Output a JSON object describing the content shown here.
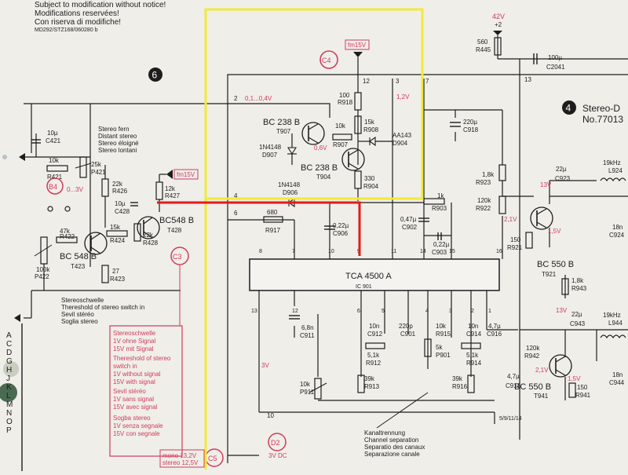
{
  "header": {
    "notice_en": "Subject to modification without notice!",
    "notice_fr": "Modifications reservées!",
    "notice_it": "Con riserva di modifiche!",
    "code": "MD292/STZ168/060280 b"
  },
  "section_6": "6",
  "section_4": {
    "num": "4",
    "title": "Stereo-D",
    "number": "No.77013"
  },
  "supply": {
    "top_v": "42V",
    "top_node": "+2",
    "r445_val": "560",
    "r445": "R445",
    "c2041_val": "100µ",
    "c2041": "C2041",
    "node13": "13"
  },
  "fm_label": "fm15V",
  "c4": "C4",
  "c3": "C3",
  "c5": "C5",
  "d2": "D2",
  "d2_voltage": "3V DC",
  "b4": "B4",
  "b4_range": "0...3V",
  "lines": {
    "main_v": "0,1...0,4V",
    "v12": "1,2V"
  },
  "pins": {
    "p2": "2",
    "p12": "12",
    "p3": "3",
    "p7": "7",
    "p4": "4",
    "p6": "6",
    "p10": "10",
    "p13": "13",
    "p5": "5/9/11/14"
  },
  "components": {
    "c421": {
      "val": "10µ",
      "ref": "C421"
    },
    "r421": {
      "val": "10k",
      "ref": "R421"
    },
    "p421": {
      "val": "25k",
      "ref": "P421"
    },
    "r426": {
      "val": "22k",
      "ref": "R426"
    },
    "c428": {
      "val": "10µ",
      "ref": "C428"
    },
    "r427": {
      "val": "12k",
      "ref": "R427"
    },
    "r424": {
      "val": "15k",
      "ref": "R424"
    },
    "r428": {
      "val": "22k",
      "ref": "R428"
    },
    "t428": {
      "val": "BC548 B",
      "ref": "T428"
    },
    "r422": {
      "val": "47k",
      "ref": "R422"
    },
    "t423": {
      "val": "BC 548 B",
      "ref": "T423"
    },
    "r423": {
      "val": "27",
      "ref": "R423"
    },
    "p422": {
      "val": "100k",
      "ref": "P422"
    },
    "t907": {
      "val": "BC 238 B",
      "ref": "T907"
    },
    "t904": {
      "val": "BC 238 B",
      "ref": "T904"
    },
    "d907": {
      "val": "1N4148",
      "ref": "D907"
    },
    "r918": {
      "val": "100",
      "ref": "R918"
    },
    "r907": {
      "val": "10k",
      "ref": "R907"
    },
    "r908": {
      "val": "15k",
      "ref": "R908"
    },
    "r904": {
      "val": "330",
      "ref": "R904"
    },
    "d904": {
      "val": "AA143",
      "ref": "D904"
    },
    "v06": "0,6V",
    "d906": {
      "val": "1N4148",
      "ref": "D906"
    },
    "c918": {
      "val": "220µ",
      "ref": "C918"
    },
    "r917": {
      "val": "680",
      "ref": "R917"
    },
    "c906": {
      "val": "0,22µ",
      "ref": "C906"
    },
    "r903": {
      "val": "1k",
      "ref": "R903"
    },
    "c902": {
      "val": "0,47µ",
      "ref": "C902"
    },
    "c903": {
      "val": "0,22µ",
      "ref": "C903"
    },
    "r923": {
      "val": "1,8k",
      "ref": "R923"
    },
    "r922": {
      "val": "120k",
      "ref": "R922"
    },
    "r921": {
      "val": "150",
      "ref": "R921"
    },
    "t921": {
      "val": "BC 550 B",
      "ref": "T921"
    },
    "r943": {
      "val": "1,8k",
      "ref": "R943"
    },
    "c923": {
      "val": "22µ",
      "ref": "C923"
    },
    "l924": {
      "val": "19kHz",
      "ref": "L924"
    },
    "c924": {
      "val": "18n",
      "ref": "C924"
    },
    "c943": {
      "val": "22µ",
      "ref": "C943"
    },
    "l944": {
      "val": "19kHz",
      "ref": "L944"
    },
    "c944": {
      "val": "18n",
      "ref": "C944"
    },
    "c911": {
      "val": "6,8n",
      "ref": "C911"
    },
    "c912": {
      "val": "10n",
      "ref": "C912"
    },
    "c901": {
      "val": "220p",
      "ref": "C901"
    },
    "r915": {
      "val": "10k",
      "ref": "R915"
    },
    "c914": {
      "val": "10n",
      "ref": "C914"
    },
    "c916": {
      "val": "4,7µ",
      "ref": "C916"
    },
    "r912": {
      "val": "5,1k",
      "ref": "R912"
    },
    "p901": {
      "val": "5k",
      "ref": "P901"
    },
    "r914": {
      "val": "5,1k",
      "ref": "R914"
    },
    "r942": {
      "val": "120k",
      "ref": "R942"
    },
    "c913": {
      "val": "4,7µ",
      "ref": "C913"
    },
    "t941": {
      "val": "BC 550 B",
      "ref": "T941"
    },
    "r941": {
      "val": "150",
      "ref": "R941"
    },
    "p911": {
      "val": "10k",
      "ref": "P911"
    },
    "r913": {
      "val": "39k",
      "ref": "R913"
    },
    "r916": {
      "val": "39k",
      "ref": "R916"
    }
  },
  "ic": {
    "name": "TCA 4500 A",
    "ref": "IC 901"
  },
  "voltages": {
    "v13": "13V",
    "v21a": "2,1V",
    "v15a": "1,5V",
    "v13b": "13V",
    "v21b": "2,1V",
    "v15b": "1,5V",
    "v3": "3V"
  },
  "stereo_fern": [
    "Stereo fern",
    "Distant stereo",
    "Stereo éloigné",
    "Stereo lontani"
  ],
  "stereoschwelle": [
    "Stereoschwelle",
    "Thereshold of stereo switch in",
    "Sevil stéréo",
    "Soglia stereo"
  ],
  "note_box": [
    "Stereoschwelle",
    "1V ohne Signal",
    "15V mit Signal",
    "Thereshold of stereo",
    "switch in",
    "1V without signal",
    "15V with signal",
    "Sevil stéréo",
    "1V sans signal",
    "15V avec signal",
    "Sogba stereo",
    "1V senza segnale",
    "15V con segnale"
  ],
  "kanal": [
    "Kanaltrennung",
    "Channel separation",
    "Separatio des canaux",
    "Separazione canale"
  ],
  "mono_stereo": [
    "mono 13,2V",
    "stereo 12,5V"
  ],
  "margin_letters": [
    "A",
    "C",
    "D",
    "G",
    "H",
    "J",
    "K",
    "L",
    "M",
    "N",
    "O",
    "P"
  ],
  "colors": {
    "yellow": "#f1e93a",
    "red": "#e11b1b",
    "pink": "#d23b5b",
    "ink": "#1d1d1d",
    "paper": "#efeee9"
  }
}
